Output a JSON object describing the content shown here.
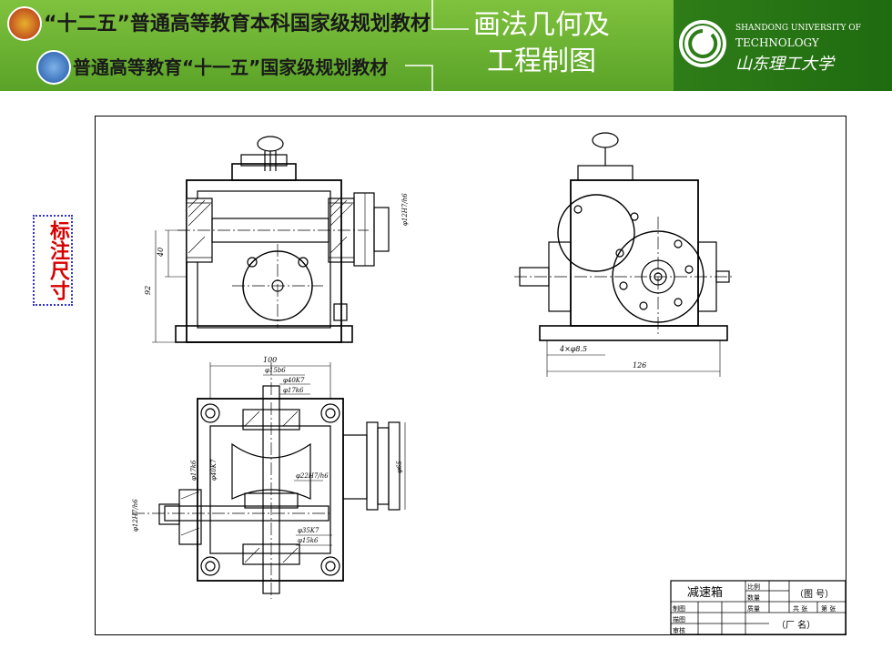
{
  "header": {
    "title_line1": "“十二五”普通高等教育本科国家级规划教材",
    "title_line2": "普通高等教育“十一五”国家级规划教材",
    "book_title_line1": "画法几何及",
    "book_title_line2": "工程制图",
    "university_en_line1": "SHANDONG UNIVERSITY OF",
    "university_en_line2": "TECHNOLOGY",
    "university_cn": "山东理工大学",
    "accent_color": "#6cb631"
  },
  "side_label": "标注尺寸",
  "drawing": {
    "dimensions": {
      "d40": "40",
      "d92": "92",
      "d100": "100",
      "d126": "126",
      "holes": "4×φ8.5",
      "shaft_15b6": "φ15b6",
      "bore_40K7": "φ40K7",
      "shaft_17k6": "φ17k6",
      "shaft_22": "φ22H7/h6",
      "d65": "φ65",
      "bore_35K7": "φ35K7",
      "shaft_15k6": "φ15k6",
      "left_17k6": "φ17k6",
      "left_40k7": "φ40K7",
      "pulley_12": "φ12H7/h6"
    },
    "title_block": {
      "name": "减速箱",
      "scale_label": "比例",
      "qty_label": "数量",
      "mass_label": "质量",
      "drawing_no": "（图 号）",
      "sheets_total": "共 张",
      "sheets_nth": "第 张",
      "drawn": "制图",
      "traced": "描图",
      "checked": "审核",
      "factory": "（厂   名）"
    }
  }
}
